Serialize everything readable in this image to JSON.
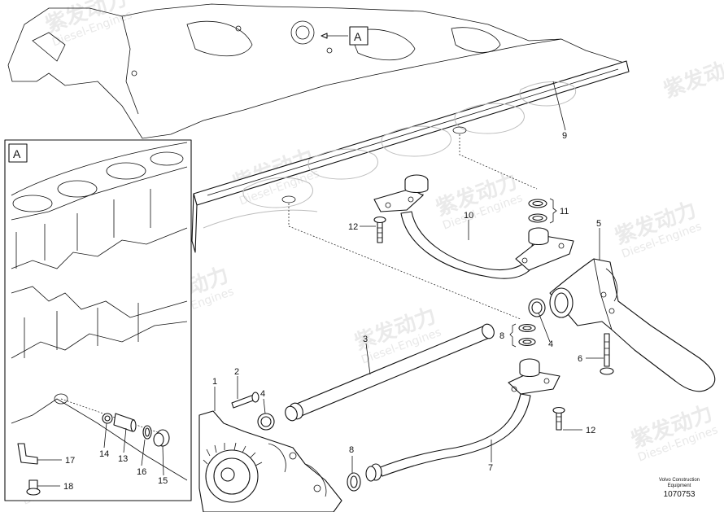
{
  "detail": {
    "view_label": "A",
    "callout_label": "A"
  },
  "callouts": {
    "c1": "1",
    "c2": "2",
    "c3": "3",
    "c4a": "4",
    "c4b": "4",
    "c5": "5",
    "c6": "6",
    "c7": "7",
    "c8a": "8",
    "c8b": "8",
    "c9": "9",
    "c10": "10",
    "c11": "11",
    "c12a": "12",
    "c12b": "12",
    "c13": "13",
    "c14": "14",
    "c15": "15",
    "c16": "16",
    "c17": "17",
    "c18": "18"
  },
  "caption": {
    "line1": "Volvo Construction",
    "line2": "Equipment",
    "doc_number": "1070753"
  },
  "watermark": {
    "brand": "紫发动力",
    "sub": "Diesel-Engines"
  }
}
